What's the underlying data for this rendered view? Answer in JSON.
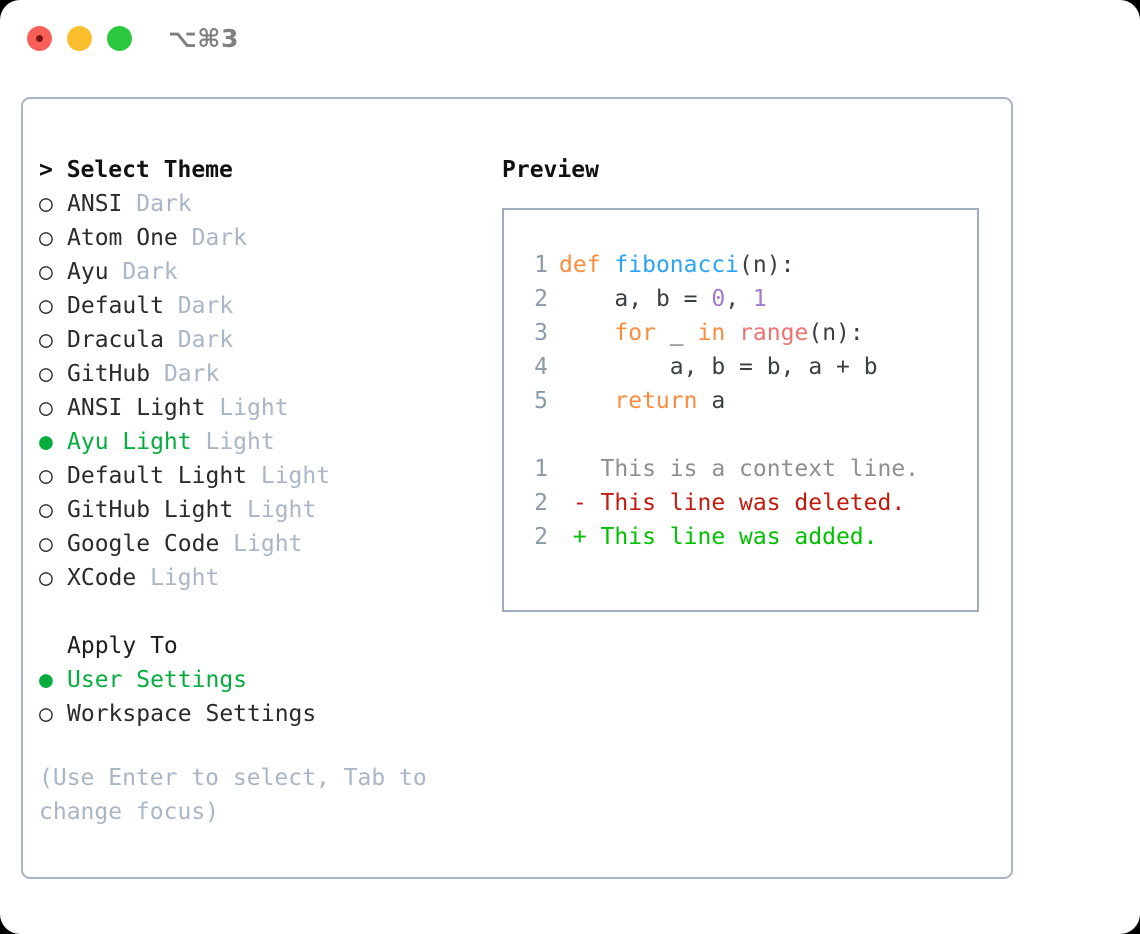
{
  "titlebar": {
    "shortcut": "⌥⌘3",
    "dots": [
      "close",
      "minimize",
      "maximize"
    ]
  },
  "theme_section": {
    "heading": "> Select Theme",
    "items": [
      {
        "label": "ANSI",
        "tag": "Dark",
        "selected": false
      },
      {
        "label": "Atom One",
        "tag": "Dark",
        "selected": false
      },
      {
        "label": "Ayu",
        "tag": "Dark",
        "selected": false
      },
      {
        "label": "Default",
        "tag": "Dark",
        "selected": false
      },
      {
        "label": "Dracula",
        "tag": "Dark",
        "selected": false
      },
      {
        "label": "GitHub",
        "tag": "Dark",
        "selected": false
      },
      {
        "label": "ANSI Light",
        "tag": "Light",
        "selected": false
      },
      {
        "label": "Ayu Light",
        "tag": "Light",
        "selected": true
      },
      {
        "label": "Default Light",
        "tag": "Light",
        "selected": false
      },
      {
        "label": "GitHub Light",
        "tag": "Light",
        "selected": false
      },
      {
        "label": "Google Code",
        "tag": "Light",
        "selected": false
      },
      {
        "label": "XCode",
        "tag": "Light",
        "selected": false
      }
    ],
    "bullet_selected": "●",
    "bullet_unselected": "○"
  },
  "apply_section": {
    "heading": "Apply To",
    "items": [
      {
        "label": "User Settings",
        "selected": true
      },
      {
        "label": "Workspace Settings",
        "selected": false
      }
    ]
  },
  "hint": "(Use Enter to select, Tab to change focus)",
  "preview": {
    "heading": "Preview",
    "code_lines": [
      {
        "no": "1",
        "text": "def fibonacci(n):"
      },
      {
        "no": "2",
        "text": "    a, b = 0, 1"
      },
      {
        "no": "3",
        "text": "    for _ in range(n):"
      },
      {
        "no": "4",
        "text": "        a, b = b, a + b"
      },
      {
        "no": "5",
        "text": "    return a"
      }
    ],
    "diff_lines": [
      {
        "no": "1",
        "marker": " ",
        "text": "This is a context line.",
        "kind": "context"
      },
      {
        "no": "2",
        "marker": "-",
        "text": "This line was deleted.",
        "kind": "deleted"
      },
      {
        "no": "2",
        "marker": "+",
        "text": "This line was added.",
        "kind": "added"
      }
    ]
  },
  "colors": {
    "accent_green": "#06ad3e",
    "muted": "#a9b6c6",
    "border": "#a9b5c3",
    "keyword": "#fa8d3e",
    "function": "#29a5f5",
    "number": "#a37acc",
    "builtin": "#f07171",
    "diff_deleted": "#c21a0f",
    "diff_added": "#00c000"
  }
}
